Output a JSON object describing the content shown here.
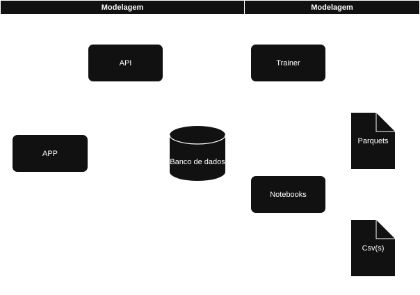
{
  "lanes": [
    {
      "title": "Modelagem"
    },
    {
      "title": "Modelagem"
    }
  ],
  "nodes": {
    "api": "API",
    "trainer": "Trainer",
    "app": "APP",
    "database": "Banco de dados",
    "notebooks": "Notebooks",
    "parquets": "Parquets",
    "csv": "Csv(s)"
  },
  "colors": {
    "shape_fill": "#111111",
    "text_on_shape": "#ffffff",
    "background": "#ffffff"
  }
}
